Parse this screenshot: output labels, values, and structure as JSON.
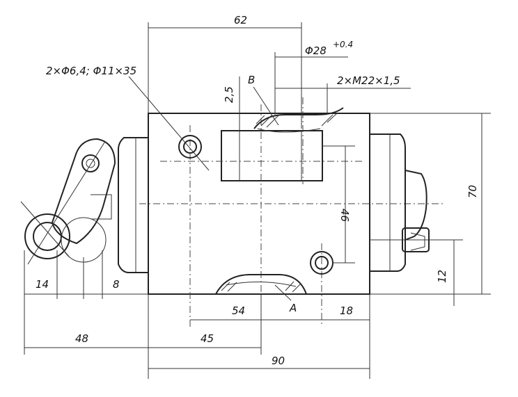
{
  "dimensions": {
    "d62": "62",
    "d28": "Φ28",
    "d28_tol": "+0.4",
    "holes_note": "2×Φ6,4; Φ11×35",
    "d2_5": "2,5",
    "thread_note": "2×M22×1,5",
    "d46": "46",
    "d70": "70",
    "d12": "12",
    "d14": "14",
    "d8": "8",
    "d54": "54",
    "d18": "18",
    "d48": "48",
    "d45": "45",
    "d90": "90"
  },
  "callouts": {
    "b": "B",
    "a": "A"
  }
}
